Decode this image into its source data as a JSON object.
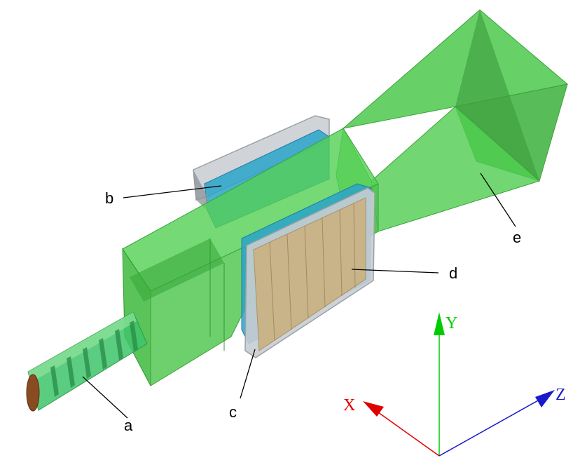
{
  "labels": {
    "a": "a",
    "b": "b",
    "c": "c",
    "d": "d",
    "e": "e"
  },
  "axes": {
    "x": {
      "label": "X",
      "color": "#e00000"
    },
    "y": {
      "label": "Y",
      "color": "#00cc00"
    },
    "z": {
      "label": "Z",
      "color": "#1a1acc"
    }
  },
  "colors": {
    "horn_green": "#3ec43e",
    "waveguide_green": "#2fbf5a",
    "blue_panel": "#2aa3c8",
    "tan_panel": "#c9b48a",
    "frame_gray": "#c8cdd2",
    "core_copper": "#8a4a22"
  }
}
